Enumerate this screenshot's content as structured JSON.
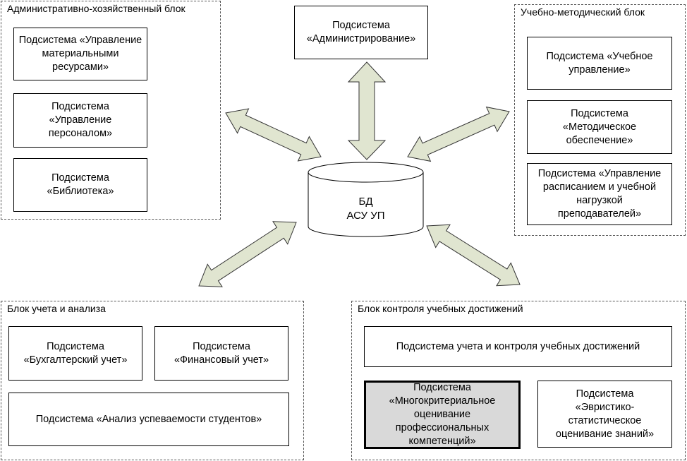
{
  "center": {
    "label": "БД\nАСУ УП"
  },
  "top": {
    "label": "Подсистема\n«Администрирование»"
  },
  "admin_block": {
    "title": "Административно-хозяйственный блок",
    "items": [
      "Подсистема «Управление\nматериальными\nресурсами»",
      "Подсистема\n«Управление\nперсоналом»",
      "Подсистема\n«Библиотека»"
    ]
  },
  "method_block": {
    "title": "Учебно-методический блок",
    "items": [
      "Подсистема «Учебное\nуправление»",
      "Подсистема\n«Методическое\nобеспечение»",
      "Подсистема «Управление\nрасписанием и учебной\nнагрузкой\nпреподавателей»"
    ]
  },
  "accounting_block": {
    "title": "Блок учета и анализа",
    "items": [
      "Подсистема\n«Бухгалтерский учет»",
      "Подсистема\n«Финансовый учет»",
      "Подсистема «Анализ успеваемости студентов»"
    ]
  },
  "control_block": {
    "title": "Блок контроля учебных достижений",
    "items": [
      "Подсистема учета и контроля учебных достижений",
      "Подсистема\n«Многокритериальное\nоценивание\nпрофессиональных\nкомпетенций»",
      "Подсистема\n«Эвристико-\nстатистическое\nоценивание знаний»"
    ]
  },
  "colors": {
    "arrow_fill": "#e0e5d0",
    "highlight_fill": "#d9d9d9"
  }
}
